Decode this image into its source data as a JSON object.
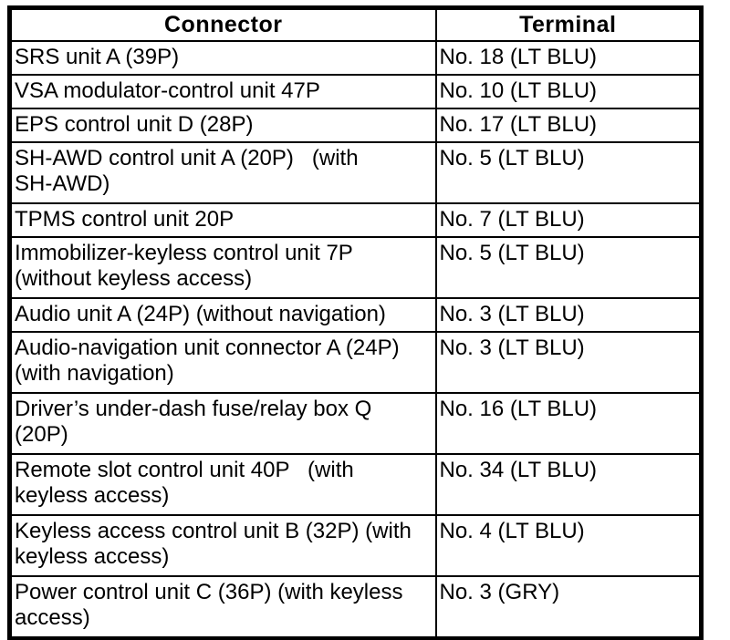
{
  "table": {
    "columns": [
      "Connector",
      "Terminal"
    ],
    "rows": [
      {
        "connector": "SRS unit A (39P)",
        "terminal": "No. 18 (LT BLU)"
      },
      {
        "connector": "VSA modulator-control unit 47P",
        "terminal": "No. 10 (LT BLU)"
      },
      {
        "connector": "EPS control unit D (28P)",
        "terminal": "No. 17 (LT BLU)"
      },
      {
        "connector": "SH-AWD control unit A (20P)   (with\nSH-AWD)",
        "terminal": "No. 5 (LT BLU)"
      },
      {
        "connector": "TPMS control unit 20P",
        "terminal": "No. 7 (LT BLU)"
      },
      {
        "connector": "Immobilizer-keyless control unit 7P\n(without keyless access)",
        "terminal": "No. 5 (LT BLU)"
      },
      {
        "connector": "Audio unit A (24P) (without navigation)",
        "terminal": "No. 3 (LT BLU)"
      },
      {
        "connector": "Audio-navigation unit connector A (24P)\n(with navigation)",
        "terminal": "No. 3 (LT BLU)"
      },
      {
        "connector": "Driver’s under-dash fuse/relay box Q\n(20P)",
        "terminal": "No. 16 (LT BLU)"
      },
      {
        "connector": "Remote slot control unit 40P   (with\nkeyless access)",
        "terminal": "No. 34 (LT BLU)"
      },
      {
        "connector": "Keyless access control unit B (32P) (with\nkeyless access)",
        "terminal": "No. 4 (LT BLU)"
      },
      {
        "connector": "Power control unit C (36P) (with keyless\naccess)",
        "terminal": "No. 3 (GRY)"
      }
    ]
  },
  "colors": {
    "text": "#000000",
    "border": "#000000",
    "background": "#ffffff"
  }
}
